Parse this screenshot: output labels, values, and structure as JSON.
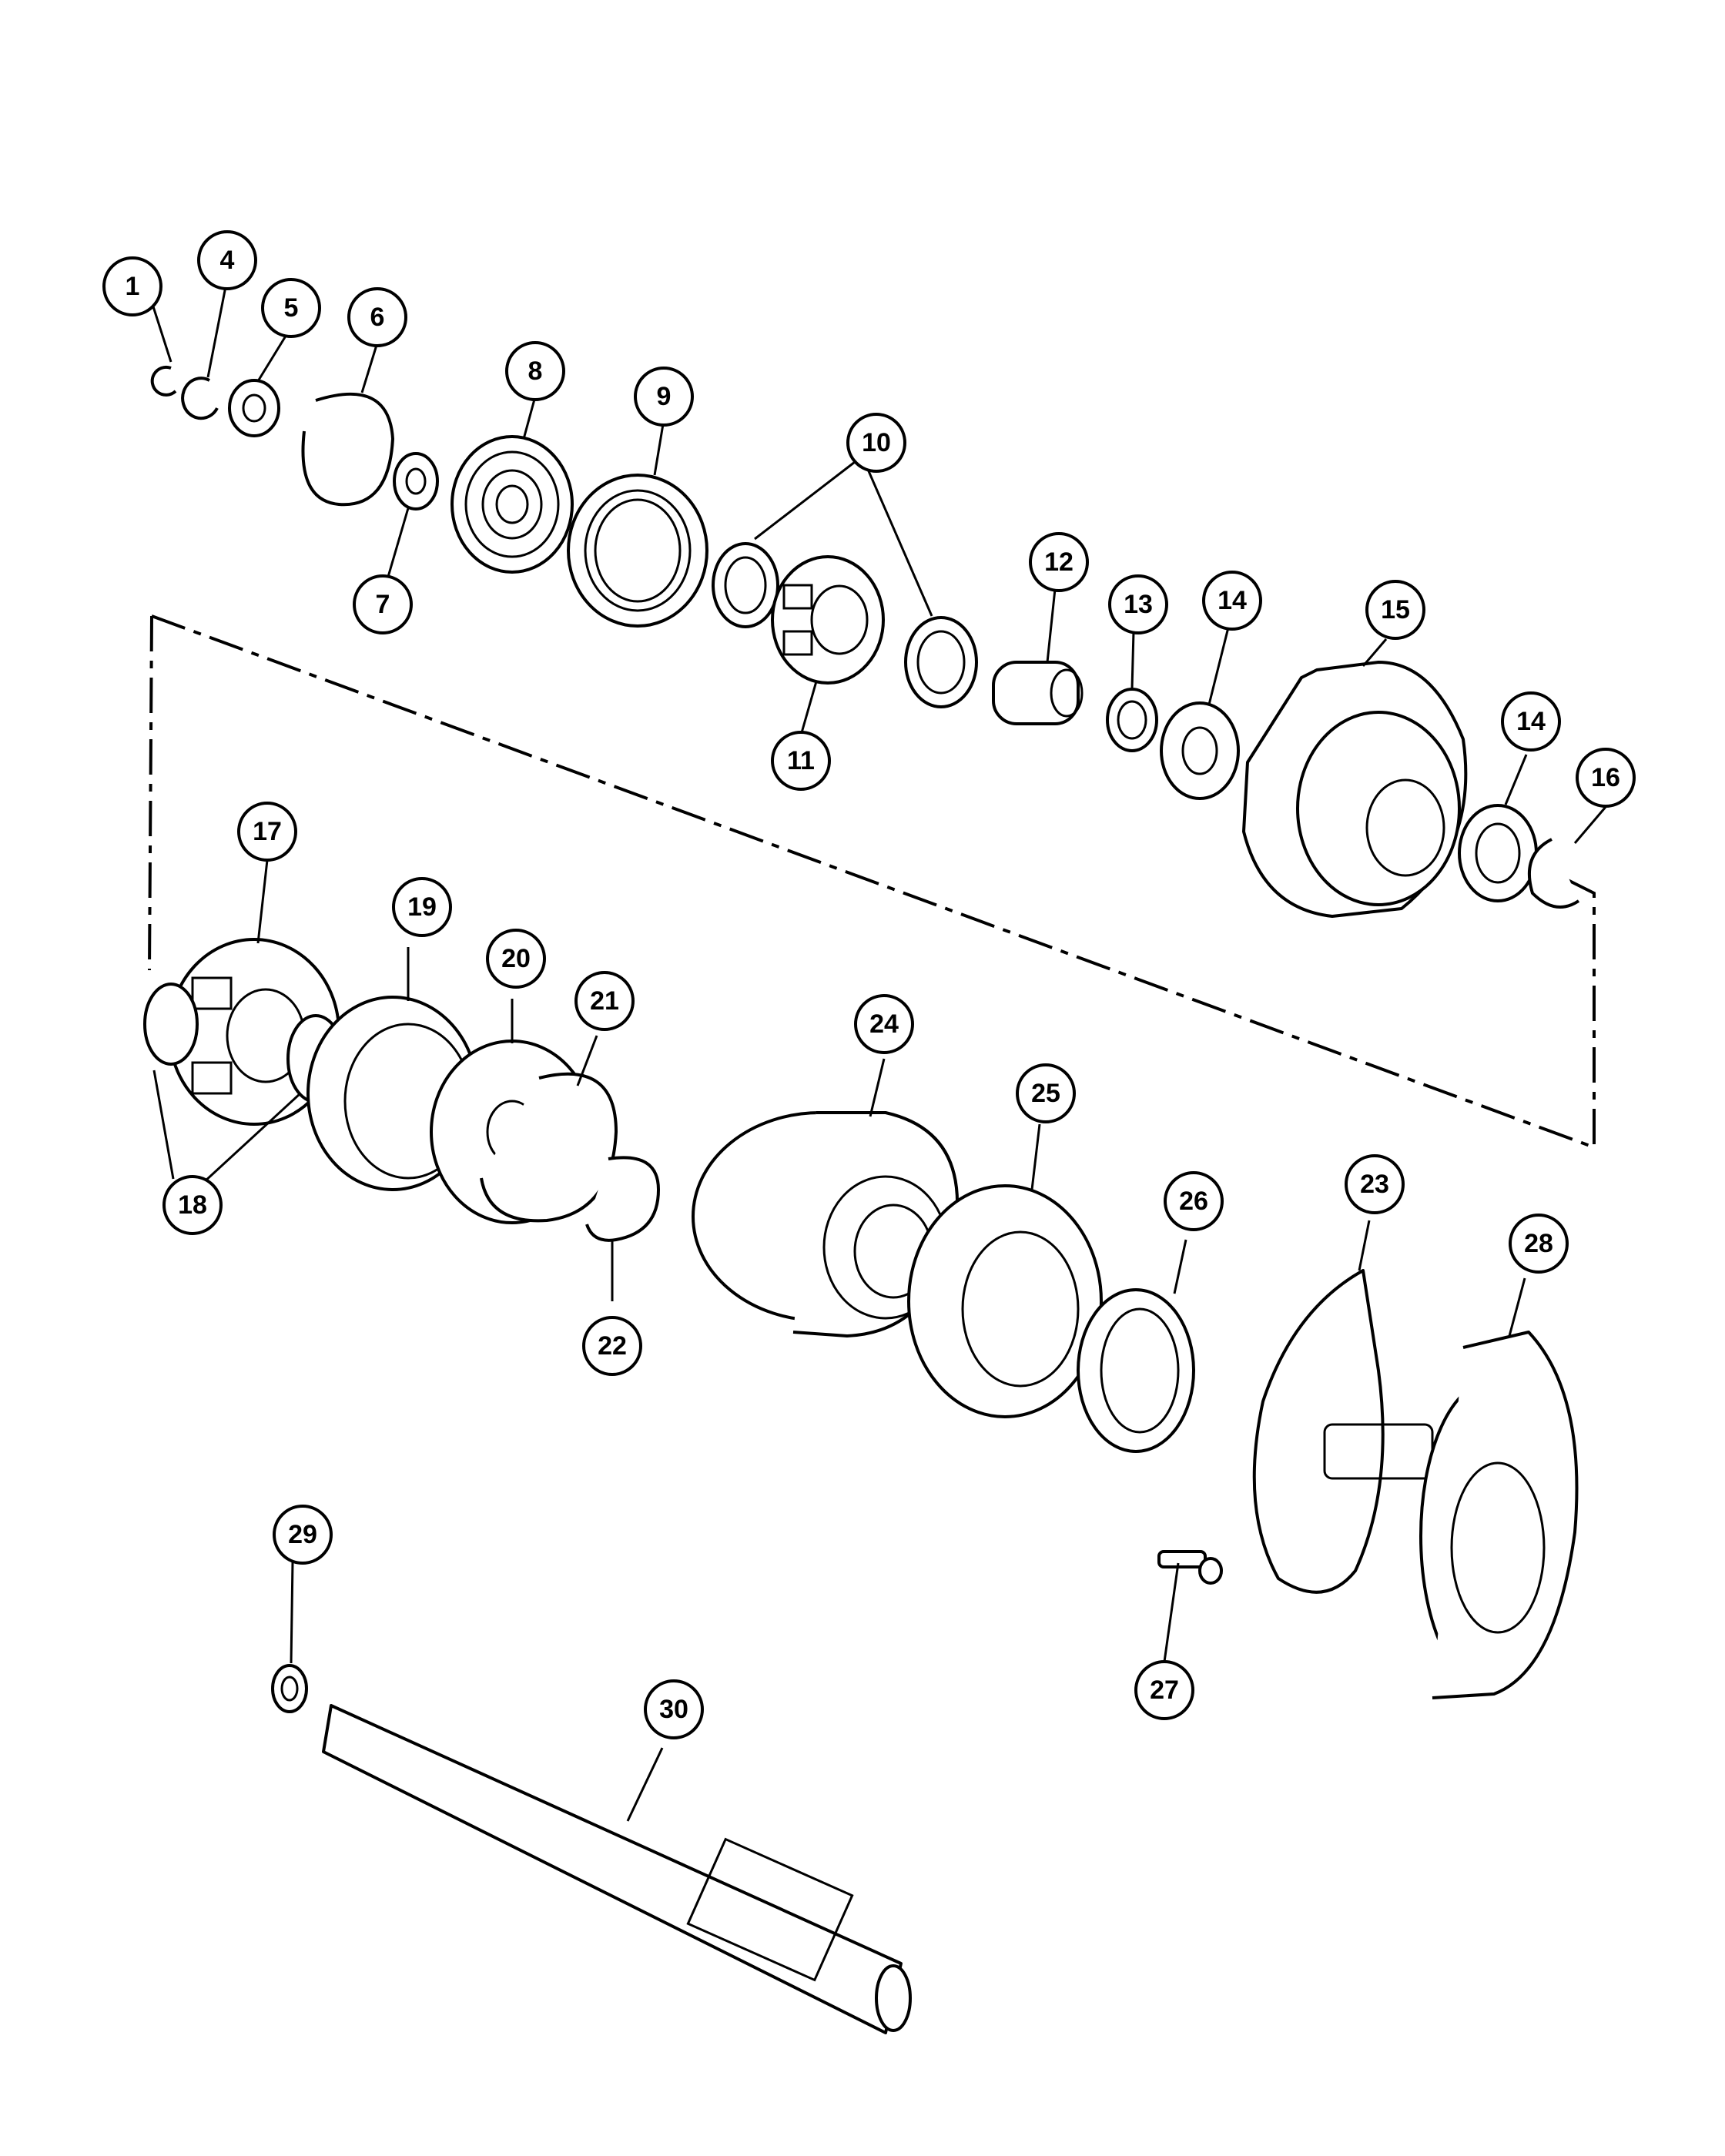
{
  "colors": {
    "line": "#000000",
    "background": "#ffffff"
  },
  "callouts": [
    {
      "id": "c1",
      "label": "1"
    },
    {
      "id": "c4",
      "label": "4"
    },
    {
      "id": "c5",
      "label": "5"
    },
    {
      "id": "c6",
      "label": "6"
    },
    {
      "id": "c7",
      "label": "7"
    },
    {
      "id": "c8",
      "label": "8"
    },
    {
      "id": "c9",
      "label": "9"
    },
    {
      "id": "c10",
      "label": "10"
    },
    {
      "id": "c11",
      "label": "11"
    },
    {
      "id": "c12",
      "label": "12"
    },
    {
      "id": "c13",
      "label": "13"
    },
    {
      "id": "c14a",
      "label": "14"
    },
    {
      "id": "c14b",
      "label": "14"
    },
    {
      "id": "c15",
      "label": "15"
    },
    {
      "id": "c16",
      "label": "16"
    },
    {
      "id": "c17",
      "label": "17"
    },
    {
      "id": "c18",
      "label": "18"
    },
    {
      "id": "c19",
      "label": "19"
    },
    {
      "id": "c20",
      "label": "20"
    },
    {
      "id": "c21",
      "label": "21"
    },
    {
      "id": "c22",
      "label": "22"
    },
    {
      "id": "c23",
      "label": "23"
    },
    {
      "id": "c24",
      "label": "24"
    },
    {
      "id": "c25",
      "label": "25"
    },
    {
      "id": "c26",
      "label": "26"
    },
    {
      "id": "c27",
      "label": "27"
    },
    {
      "id": "c28",
      "label": "28"
    },
    {
      "id": "c29",
      "label": "29"
    },
    {
      "id": "c30",
      "label": "30"
    }
  ]
}
